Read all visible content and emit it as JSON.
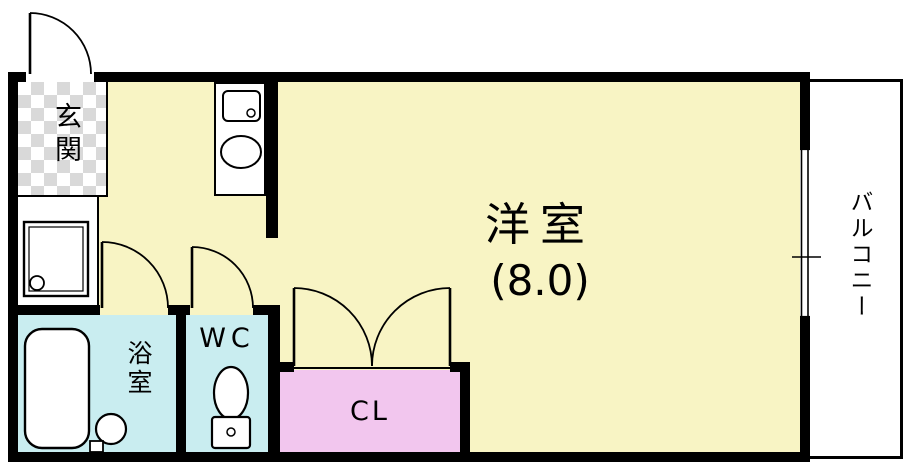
{
  "floorplan": {
    "rooms": {
      "entrance": {
        "label": "玄関"
      },
      "main": {
        "label": "洋室",
        "size": "(8.0)"
      },
      "bath": {
        "label": "浴室"
      },
      "toilet": {
        "label": "WC"
      },
      "closet": {
        "label": "CL"
      },
      "balcony": {
        "label": "バルコニー"
      }
    },
    "colors": {
      "room_yellow": "#F8F4C4",
      "wet_cyan": "#C9EDF0",
      "closet_pink": "#F2C6EE",
      "tile_gray": "#D9D9D9",
      "wall_black": "#000000"
    }
  }
}
